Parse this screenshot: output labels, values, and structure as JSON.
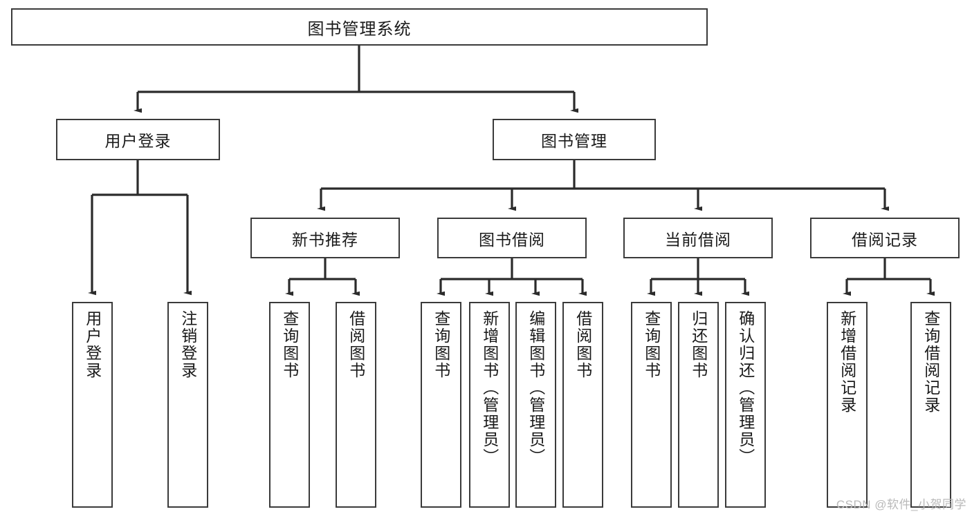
{
  "diagram": {
    "title": "图书管理系统",
    "type": "functional-decomposition-tree",
    "orientation": "top-down",
    "colors": {
      "box_border": "#3a3a3a",
      "box_fill": "#ffffff",
      "edge": "#2b2b2b",
      "text": "#1a1a1a",
      "watermark": "#b9b9b9",
      "background": "#ffffff"
    }
  },
  "nodes": {
    "root": {
      "label": "图书管理系统"
    },
    "level2": [
      {
        "id": "user-login",
        "label": "用户登录"
      },
      {
        "id": "book-management",
        "label": "图书管理"
      }
    ],
    "level3": [
      {
        "id": "new-book-recommend",
        "label": "新书推荐"
      },
      {
        "id": "book-borrow",
        "label": "图书借阅"
      },
      {
        "id": "current-borrow",
        "label": "当前借阅"
      },
      {
        "id": "borrow-record",
        "label": "借阅记录"
      }
    ],
    "leaves": {
      "user_login": [
        {
          "id": "leaf-user-login",
          "label": "用户登录"
        },
        {
          "id": "leaf-logout-login",
          "label": "注销登录"
        }
      ],
      "new_book_recommend": [
        {
          "id": "leaf-query-book-1",
          "label": "查询图书"
        },
        {
          "id": "leaf-borrow-book-1",
          "label": "借阅图书"
        }
      ],
      "book_borrow": [
        {
          "id": "leaf-query-book-2",
          "label": "查询图书"
        },
        {
          "id": "leaf-add-book",
          "label": "新增图书（管理员）"
        },
        {
          "id": "leaf-edit-book",
          "label": "编辑图书（管理员）"
        },
        {
          "id": "leaf-borrow-book-2",
          "label": "借阅图书"
        }
      ],
      "current_borrow": [
        {
          "id": "leaf-query-book-3",
          "label": "查询图书"
        },
        {
          "id": "leaf-return-book",
          "label": "归还图书"
        },
        {
          "id": "leaf-confirm-return",
          "label": "确认归还（管理员）"
        }
      ],
      "borrow_record": [
        {
          "id": "leaf-add-record",
          "label": "新增借阅记录"
        },
        {
          "id": "leaf-query-record",
          "label": "查询借阅记录"
        }
      ]
    }
  },
  "watermark": {
    "text": "CSDN @软件_小贺同学"
  }
}
